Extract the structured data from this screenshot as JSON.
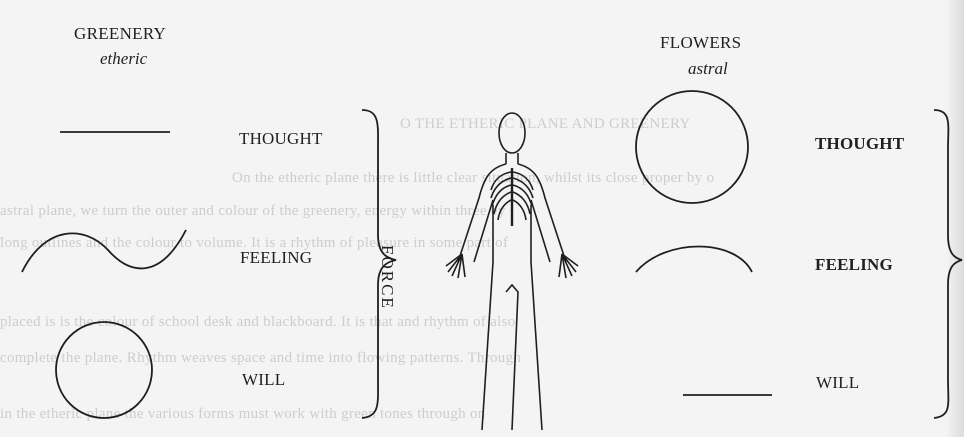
{
  "left_group": {
    "heading": "GREENERY",
    "subheading": "etheric"
  },
  "right_group": {
    "heading": "FLOWERS",
    "subheading": "astral"
  },
  "left_labels": {
    "thought": "THOUGHT",
    "feeling": "FEELING",
    "will": "WILL"
  },
  "right_labels": {
    "thought": "THOUGHT",
    "feeling": "FEELING",
    "will": "WILL"
  },
  "center_label": "FORCE",
  "bleed_through": [
    "O THE ETHERIC PLANE AND GREENERY",
    "On the etheric plane there is little clear situation, whilst its close proper by o",
    "astral plane, we turn the outer and colour of the greenery, energy within three ey",
    "long outlines and the colour to volume. It is a rhythm of pleasure in some part of",
    "placed is is the colour of school desk and blackboard. It is that and rhythm of also",
    "complete the plane. Rhythm weaves space and time into flowing patterns. Through",
    "in the etheric plane the various forms must work with green tones through on"
  ],
  "colors": {
    "ink": "#1f1f1f",
    "paper": "#f4f4f4",
    "bleed": "#cdcdcd"
  }
}
